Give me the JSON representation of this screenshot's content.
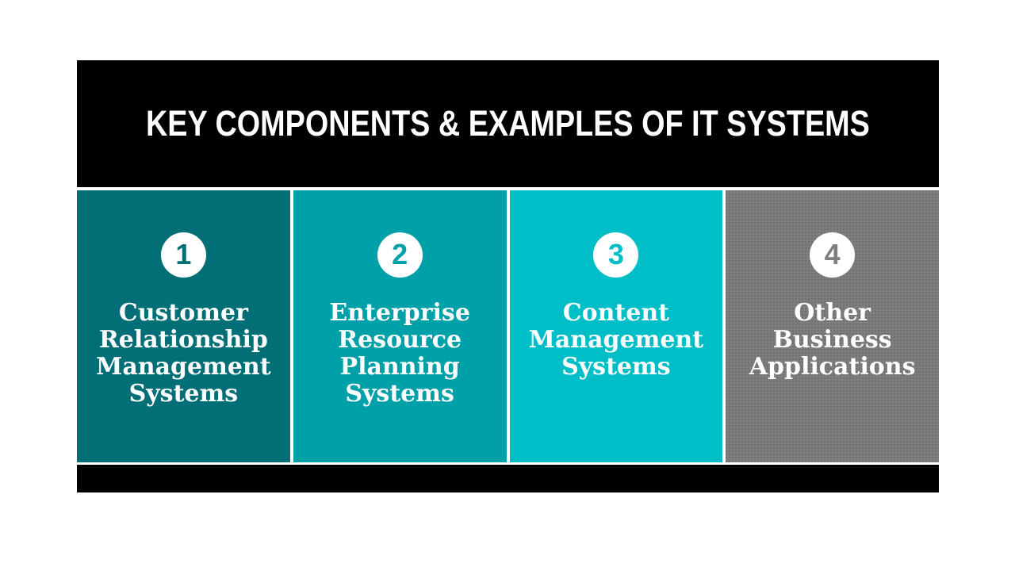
{
  "slide": {
    "title": "KEY COMPONENTS & EXAMPLES OF IT SYSTEMS",
    "colors": {
      "band": "#000000",
      "title_text": "#ffffff",
      "card_text": "#ffffff",
      "circle_fill": "#ffffff"
    },
    "cards": [
      {
        "number": "1",
        "label": "Customer\nRelationship\nManagement\nSystems",
        "bg": "#026E75",
        "number_color": "#026E75"
      },
      {
        "number": "2",
        "label": "Enterprise\nResource\nPlanning\nSystems",
        "bg": "#00A0A9",
        "number_color": "#00A0A9"
      },
      {
        "number": "3",
        "label": "Content\nManagement\nSystems",
        "bg": "#00BEC8",
        "number_color": "#00BEC8"
      },
      {
        "number": "4",
        "label": "Other\nBusiness\nApplications",
        "bg": "#7E7E7E",
        "number_color": "#7E7E7E"
      }
    ]
  }
}
